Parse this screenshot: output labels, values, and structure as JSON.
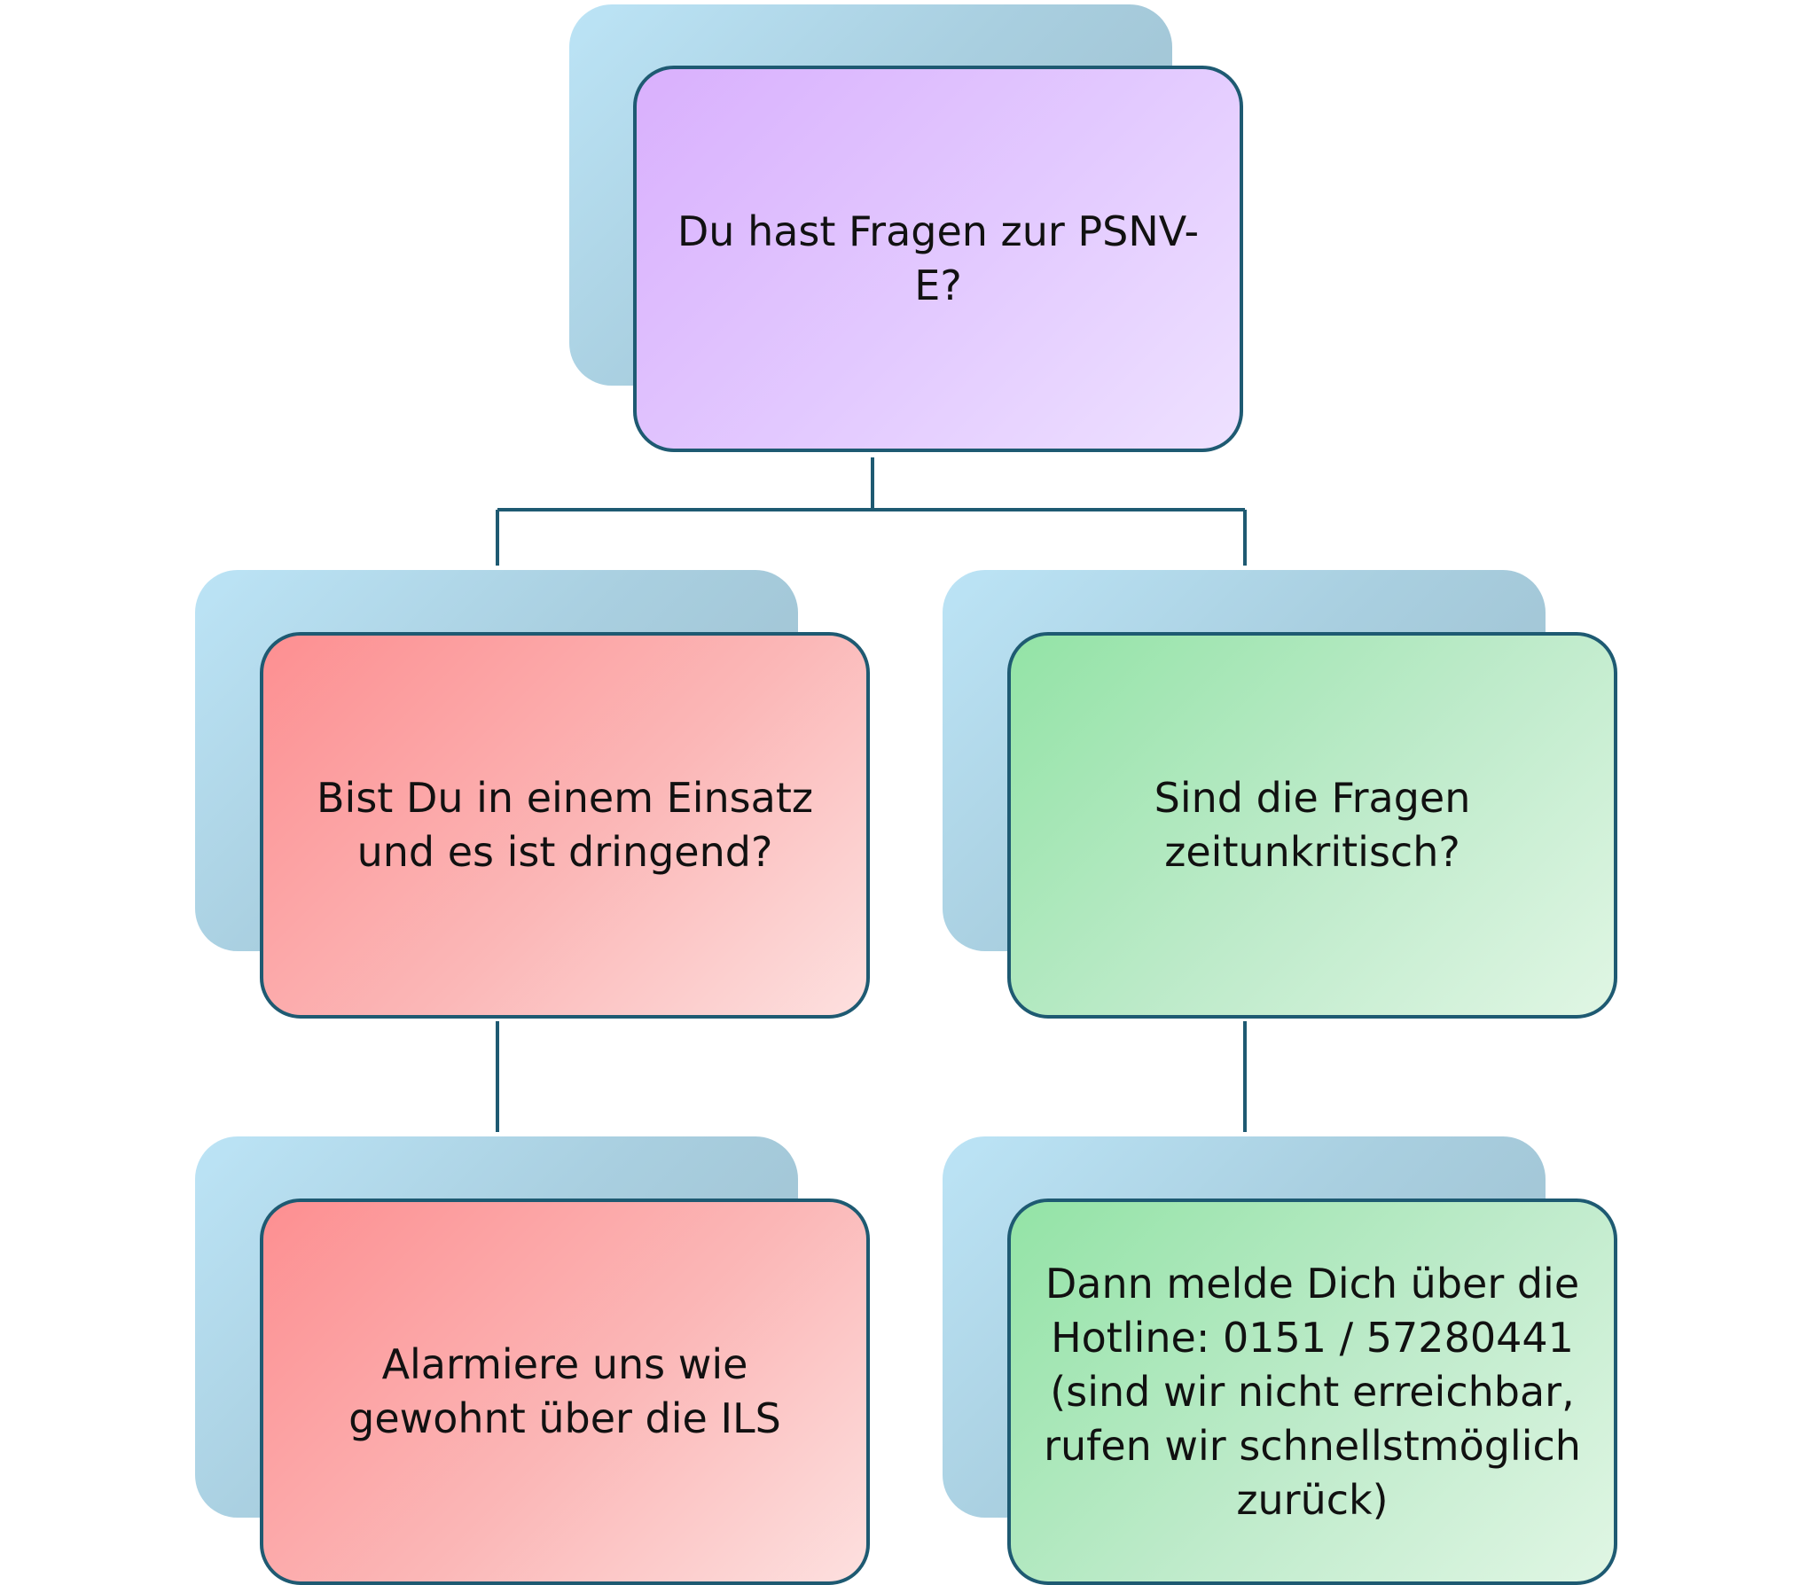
{
  "nodes": {
    "root": {
      "text": "Du hast Fragen zur PSNV-\nE?"
    },
    "urgent_question": {
      "text": "Bist Du in einem Einsatz\nund es ist dringend?"
    },
    "non_urgent_question": {
      "text": "Sind die Fragen\nzeitunkritisch?"
    },
    "urgent_action": {
      "text": "Alarmiere uns wie\ngewohnt über die ILS"
    },
    "non_urgent_action": {
      "text": "Dann melde Dich über die\nHotline: 0151 / 57280441\n(sind wir nicht erreichbar,\nrufen wir schnellstmöglich\nzurück)"
    }
  },
  "colors": {
    "connector": "#1e5a72",
    "border": "#1e5a72",
    "purple_fill": "#d9b0fd",
    "red_fill": "#fd8f91",
    "green_fill": "#93e3a6",
    "shadow_fill": "#a9cfe0"
  }
}
